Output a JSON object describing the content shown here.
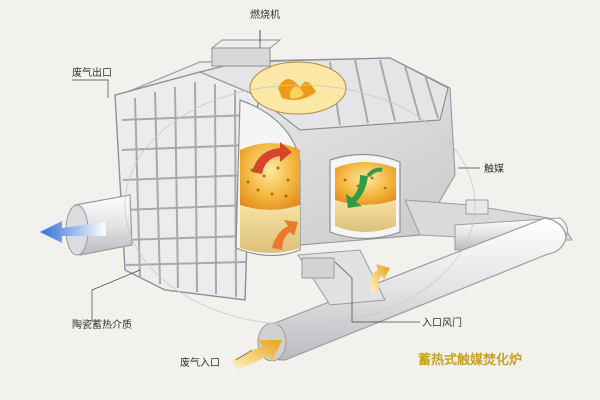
{
  "labels": {
    "burner": "燃烧机",
    "exhaust_outlet": "废气出口",
    "catalyst": "触媒",
    "ceramic_media": "陶瓷蓄热介质",
    "inlet_damper": "入口风门",
    "exhaust_inlet": "废气入口"
  },
  "title": "蓄热式触媒焚化炉",
  "colors": {
    "title": "#c9a227",
    "flow_hot": "#d8452f",
    "flow_cold": "#2f6fd8",
    "flow_inlet": "#e6a21b",
    "flow_cycle": "#2f9a48"
  }
}
